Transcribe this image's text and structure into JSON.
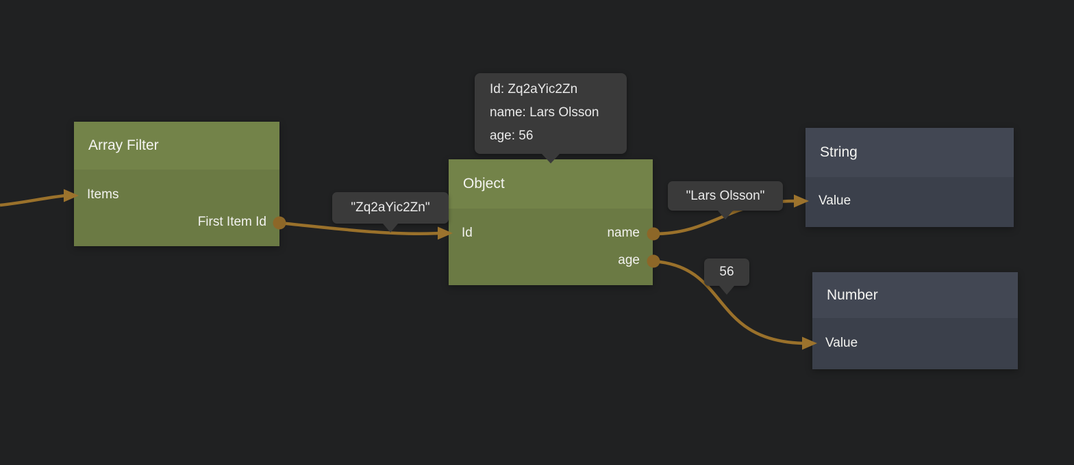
{
  "editor": {
    "background_color": "#202122",
    "wire_color": "#9a712b",
    "port_color": "#8d6728",
    "green_node_header_color": "#738349",
    "green_node_body_color": "#6b7a44",
    "dark_node_header_color": "#424753",
    "dark_node_body_color": "#3b404b",
    "bubble_background_color": "#3a3a3a"
  },
  "nodes": [
    {
      "id": "array-filter",
      "title": "Array Filter",
      "kind": "function",
      "inputs": [
        {
          "label": "Items"
        }
      ],
      "outputs": [
        {
          "label": "First Item Id"
        }
      ]
    },
    {
      "id": "object",
      "title": "Object",
      "kind": "function",
      "inputs": [
        {
          "label": "Id"
        }
      ],
      "outputs": [
        {
          "label": "name"
        },
        {
          "label": "age"
        }
      ],
      "tooltip": {
        "lines": [
          "Id: Zq2aYic2Zn",
          "name: Lars Olsson",
          "age: 56"
        ]
      }
    },
    {
      "id": "string",
      "title": "String",
      "kind": "sink",
      "inputs": [
        {
          "label": "Value"
        }
      ],
      "outputs": []
    },
    {
      "id": "number",
      "title": "Number",
      "kind": "sink",
      "inputs": [
        {
          "label": "Value"
        }
      ],
      "outputs": []
    }
  ],
  "wire_labels": [
    {
      "text": "\"Zq2aYic2Zn\""
    },
    {
      "text": "\"Lars Olsson\""
    },
    {
      "text": "56"
    }
  ]
}
